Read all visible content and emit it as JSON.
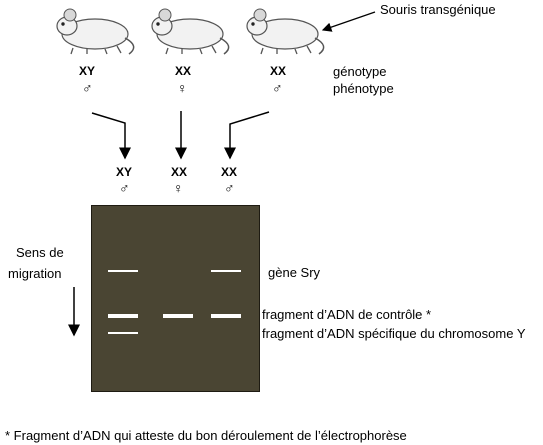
{
  "labels": {
    "transgenic": "Souris transgénique",
    "genotype": "génotype",
    "phenotype": "phénotype",
    "migration_line1": "Sens de",
    "migration_line2": "migration",
    "sry": "gène Sry",
    "control": "fragment d’ADN de contrôle *",
    "y_specific": "fragment d’ADN spécifique du chromosome Y",
    "footnote": "* Fragment d’ADN qui atteste du bon déroulement de l’électrophorèse"
  },
  "mice": [
    {
      "genotype": "XY",
      "phenotype": "♂"
    },
    {
      "genotype": "XX",
      "phenotype": "♀"
    },
    {
      "genotype": "XX",
      "phenotype": "♂"
    }
  ],
  "lanes": [
    {
      "genotype": "XY",
      "phenotype": "♂",
      "bands": [
        "sry",
        "control",
        "y_specific"
      ]
    },
    {
      "genotype": "XX",
      "phenotype": "♀",
      "bands": [
        "control"
      ]
    },
    {
      "genotype": "XX",
      "phenotype": "♂",
      "bands": [
        "sry",
        "control"
      ]
    }
  ],
  "colors": {
    "gel": "#4a4533",
    "band": "#ffffff",
    "mouse_body": "#f2f2f2",
    "mouse_outline": "#555555"
  }
}
